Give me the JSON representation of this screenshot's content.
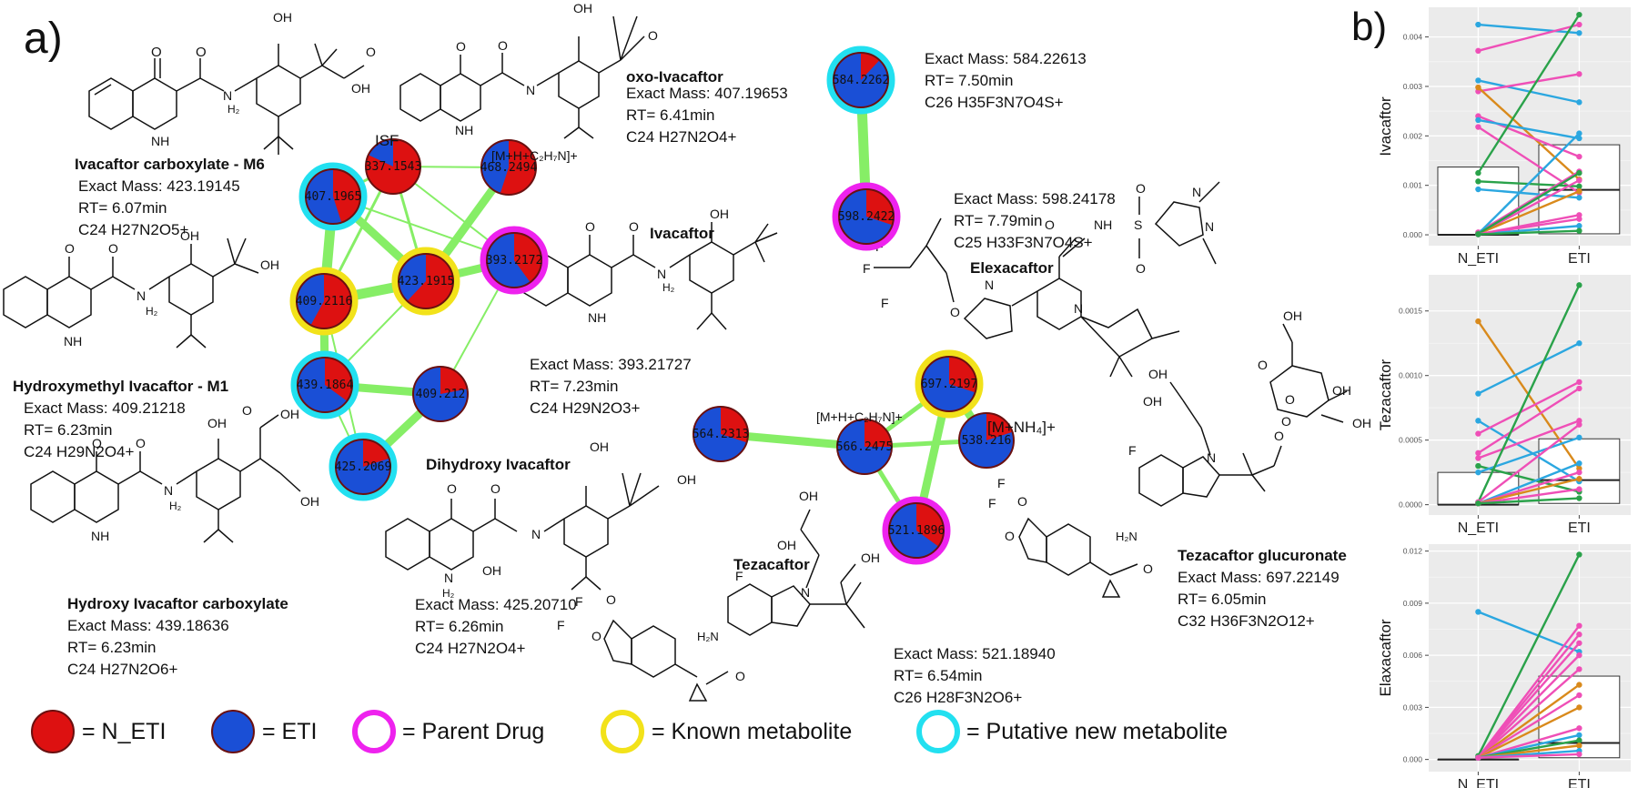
{
  "panel_a_label": "a)",
  "panel_b_label": "b)",
  "colors": {
    "n_eti": "#dd1111",
    "eti": "#1a4fd6",
    "parent_drug": "#ee22ee",
    "known_metabolite": "#f2e21a",
    "putative_metabolite": "#22e0f0",
    "edge": "#86ee66",
    "node_border": "#6a1010"
  },
  "network": {
    "isf_label": "ISF",
    "adduct1_label": "[M+H+C₂H₇N]+",
    "adduct2_label": "[M+H+C₂H₇N]+",
    "adduct3_label": "[M+NH₄]+",
    "nodes": [
      {
        "label": "407.1965",
        "ring": "putative",
        "n_eti_fraction": 0.45
      },
      {
        "label": "337.1543",
        "ring": "none",
        "n_eti_fraction": 0.82
      },
      {
        "label": "468.2494",
        "ring": "none",
        "n_eti_fraction": 0.55
      },
      {
        "label": "393.2172",
        "ring": "parent",
        "n_eti_fraction": 0.4
      },
      {
        "label": "423.1915",
        "ring": "known",
        "n_eti_fraction": 0.62
      },
      {
        "label": "409.2116",
        "ring": "known",
        "n_eti_fraction": 0.58
      },
      {
        "label": "439.1864",
        "ring": "putative",
        "n_eti_fraction": 0.35
      },
      {
        "label": "409.212",
        "ring": "none",
        "n_eti_fraction": 0.22
      },
      {
        "label": "425.2069",
        "ring": "putative",
        "n_eti_fraction": 0.2
      },
      {
        "label": "584.2262",
        "ring": "putative",
        "n_eti_fraction": 0.12
      },
      {
        "label": "598.2422",
        "ring": "parent",
        "n_eti_fraction": 0.3
      },
      {
        "label": "564.2313",
        "ring": "none",
        "n_eti_fraction": 0.3
      },
      {
        "label": "566.2475",
        "ring": "none",
        "n_eti_fraction": 0.25
      },
      {
        "label": "697.2197",
        "ring": "known",
        "n_eti_fraction": 0.3
      },
      {
        "label": "538.216",
        "ring": "none",
        "n_eti_fraction": 0.2
      },
      {
        "label": "521.1896",
        "ring": "parent",
        "n_eti_fraction": 0.35
      }
    ]
  },
  "compounds": {
    "m6": {
      "name": "Ivacaftor carboxylate - M6",
      "mass": "Exact Mass: 423.19145",
      "rt": "RT= 6.07min",
      "formula": "C24 H27N2O5+"
    },
    "oxo": {
      "name": "oxo-Ivacaftor",
      "mass": "Exact Mass: 407.19653",
      "rt": "RT= 6.41min",
      "formula": "C24 H27N2O4+"
    },
    "m1": {
      "name": "Hydroxymethyl Ivacaftor - M1",
      "mass": "Exact Mass: 409.21218",
      "rt": "RT= 6.23min",
      "formula": "C24 H29N2O4+"
    },
    "ivacaftor": {
      "name": "Ivacaftor",
      "mass": "Exact Mass: 393.21727",
      "rt": "RT= 7.23min",
      "formula": "C24 H29N2O3+"
    },
    "hic": {
      "name": "Hydroxy Ivacaftor carboxylate",
      "mass": "Exact Mass: 439.18636",
      "rt": "RT= 6.23min",
      "formula": "C24 H27N2O6+"
    },
    "dihydroxy": {
      "name": "Dihydroxy Ivacaftor",
      "mass": "Exact Mass: 425.20710",
      "rt": "RT= 6.26min",
      "formula": "C24 H27N2O4+"
    },
    "unk584": {
      "mass": "Exact Mass: 584.22613",
      "rt": "RT= 7.50min",
      "formula": "C26 H35F3N7O4S+"
    },
    "elexacaftor": {
      "name": "Elexacaftor",
      "mass": "Exact Mass: 598.24178",
      "rt": "RT= 7.79min",
      "formula": "C25 H33F3N7O4S+"
    },
    "tezacaftor": {
      "name": "Tezacaftor",
      "mass": "Exact Mass: 521.18940",
      "rt": "RT= 6.54min",
      "formula": "C26 H28F3N2O6+"
    },
    "tezagluc": {
      "name": "Tezacaftor glucuronate",
      "mass": "Exact Mass: 697.22149",
      "rt": "RT= 6.05min",
      "formula": "C32 H36F3N2O12+"
    }
  },
  "legend": [
    {
      "symbol": "fill-red",
      "text": "= N_ETI"
    },
    {
      "symbol": "fill-blue",
      "text": "= ETI"
    },
    {
      "symbol": "ring-magenta",
      "text": "= Parent Drug"
    },
    {
      "symbol": "ring-yellow",
      "text": "= Known metabolite"
    },
    {
      "symbol": "ring-cyan",
      "text": "= Putative new metabolite"
    }
  ],
  "atom_labels": {
    "oh": "OH",
    "o": "O",
    "h": "H",
    "f": "F",
    "n": "N",
    "nh": "NH",
    "s": "S",
    "h2": "H₂",
    "h2n": "H₂N",
    "f3c": "F"
  },
  "chart_data": [
    {
      "type": "box-paired",
      "ylabel": "Ivacaftor",
      "categories": [
        "N_ETI",
        "ETI"
      ],
      "ylim": [
        -0.00022,
        0.0046
      ],
      "yticks": [
        "0.000",
        "0.001",
        "0.002",
        "0.003",
        "0.004"
      ],
      "ytick_values": [
        0,
        0.001,
        0.002,
        0.003,
        0.004
      ],
      "box": [
        {
          "q1": 0,
          "median": 0,
          "q3": 0.00137
        },
        {
          "q1": 2e-05,
          "median": 0.00091,
          "q3": 0.00182
        }
      ],
      "pairs": [
        {
          "color": "#2ba7e0",
          "values": [
            0.00425,
            0.00408
          ]
        },
        {
          "color": "#ef4fb7",
          "values": [
            0.00372,
            0.00425
          ]
        },
        {
          "color": "#2ba7e0",
          "values": [
            0.00312,
            0.00268
          ]
        },
        {
          "color": "#ef4fb7",
          "values": [
            0.0029,
            0.00325
          ]
        },
        {
          "color": "#d98a1c",
          "values": [
            0.00298,
            0.00112
          ]
        },
        {
          "color": "#ef4fb7",
          "values": [
            0.0024,
            0.00158
          ]
        },
        {
          "color": "#2ba7e0",
          "values": [
            0.00232,
            0.00195
          ]
        },
        {
          "color": "#ef4fb7",
          "values": [
            0.00218,
            0.00085
          ]
        },
        {
          "color": "#2aa24a",
          "values": [
            0.00125,
            0.00445
          ]
        },
        {
          "color": "#2aa24a",
          "values": [
            0.00108,
            0.00098
          ]
        },
        {
          "color": "#2ba7e0",
          "values": [
            0.00092,
            0.00075
          ]
        },
        {
          "color": "#ef4fb7",
          "values": [
            5e-05,
            0.00128
          ]
        },
        {
          "color": "#2ba7e0",
          "values": [
            2e-05,
            0.00205
          ]
        },
        {
          "color": "#ef4fb7",
          "values": [
            2e-05,
            0.0011
          ]
        },
        {
          "color": "#d98a1c",
          "values": [
            2e-05,
            0.00088
          ]
        },
        {
          "color": "#2aa24a",
          "values": [
            2e-05,
            0.00125
          ]
        },
        {
          "color": "#ef4fb7",
          "values": [
            1e-05,
            0.00032
          ]
        },
        {
          "color": "#2ba7e0",
          "values": [
            1e-05,
            0.00018
          ]
        },
        {
          "color": "#ef4fb7",
          "values": [
            1e-05,
            0.0004
          ]
        },
        {
          "color": "#2aa24a",
          "values": [
            1e-05,
            8e-05
          ]
        }
      ]
    },
    {
      "type": "box-paired",
      "ylabel": "Tezacaftor",
      "categories": [
        "N_ETI",
        "ETI"
      ],
      "ylim": [
        -8e-05,
        0.00178
      ],
      "yticks": [
        "0.0000",
        "0.0005",
        "0.0010",
        "0.0015"
      ],
      "ytick_values": [
        0,
        0.0005,
        0.001,
        0.0015
      ],
      "box": [
        {
          "q1": 0,
          "median": 0,
          "q3": 0.00025
        },
        {
          "q1": 1e-05,
          "median": 0.00019,
          "q3": 0.00051
        }
      ],
      "pairs": [
        {
          "color": "#d98a1c",
          "values": [
            0.00142,
            0.00028
          ]
        },
        {
          "color": "#2ba7e0",
          "values": [
            0.00086,
            0.00125
          ]
        },
        {
          "color": "#2ba7e0",
          "values": [
            0.00065,
            0.00018
          ]
        },
        {
          "color": "#ef4fb7",
          "values": [
            0.00055,
            0.00095
          ]
        },
        {
          "color": "#ef4fb7",
          "values": [
            0.0004,
            0.0009
          ]
        },
        {
          "color": "#ef4fb7",
          "values": [
            0.00036,
            0.00065
          ]
        },
        {
          "color": "#2aa24a",
          "values": [
            0.0003,
            0.0001
          ]
        },
        {
          "color": "#2ba7e0",
          "values": [
            0.00025,
            0.00052
          ]
        },
        {
          "color": "#2aa24a",
          "values": [
            2e-05,
            0.0017
          ]
        },
        {
          "color": "#ef4fb7",
          "values": [
            2e-05,
            0.00062
          ]
        },
        {
          "color": "#2ba7e0",
          "values": [
            1e-05,
            0.00032
          ]
        },
        {
          "color": "#ef4fb7",
          "values": [
            1e-05,
            0.00025
          ]
        },
        {
          "color": "#d98a1c",
          "values": [
            1e-05,
            0.0002
          ]
        },
        {
          "color": "#ef4fb7",
          "values": [
            1e-05,
            0.00012
          ]
        },
        {
          "color": "#2aa24a",
          "values": [
            1e-05,
            5e-05
          ]
        }
      ]
    },
    {
      "type": "box-paired",
      "ylabel": "Elaxacaftor",
      "categories": [
        "N_ETI",
        "ETI"
      ],
      "ylim": [
        -0.0007,
        0.0124
      ],
      "yticks": [
        "0.000",
        "0.003",
        "0.006",
        "0.009",
        "0.012"
      ],
      "ytick_values": [
        0,
        0.003,
        0.006,
        0.009,
        0.012
      ],
      "box": [
        {
          "q1": 0,
          "median": 0,
          "q3": 0
        },
        {
          "q1": 0.0001,
          "median": 0.00095,
          "q3": 0.0048
        }
      ],
      "pairs": [
        {
          "color": "#2ba7e0",
          "values": [
            0.0085,
            0.0062
          ]
        },
        {
          "color": "#2aa24a",
          "values": [
            0.0002,
            0.0118
          ]
        },
        {
          "color": "#ef4fb7",
          "values": [
            0.0001,
            0.0077
          ]
        },
        {
          "color": "#ef4fb7",
          "values": [
            0.0001,
            0.0072
          ]
        },
        {
          "color": "#ef4fb7",
          "values": [
            0.0001,
            0.0067
          ]
        },
        {
          "color": "#ef4fb7",
          "values": [
            0.0001,
            0.006
          ]
        },
        {
          "color": "#ef4fb7",
          "values": [
            0.0001,
            0.0052
          ]
        },
        {
          "color": "#d98a1c",
          "values": [
            0.0001,
            0.0043
          ]
        },
        {
          "color": "#ef4fb7",
          "values": [
            0.0001,
            0.0037
          ]
        },
        {
          "color": "#d98a1c",
          "values": [
            0.0001,
            0.003
          ]
        },
        {
          "color": "#ef4fb7",
          "values": [
            0.0001,
            0.0018
          ]
        },
        {
          "color": "#2ba7e0",
          "values": [
            0.0001,
            0.0014
          ]
        },
        {
          "color": "#2aa24a",
          "values": [
            0.0001,
            0.0011
          ]
        },
        {
          "color": "#d98a1c",
          "values": [
            0.0001,
            0.0008
          ]
        },
        {
          "color": "#2ba7e0",
          "values": [
            0.0001,
            0.0005
          ]
        },
        {
          "color": "#ef4fb7",
          "values": [
            0.0001,
            0.0003
          ]
        }
      ]
    }
  ]
}
